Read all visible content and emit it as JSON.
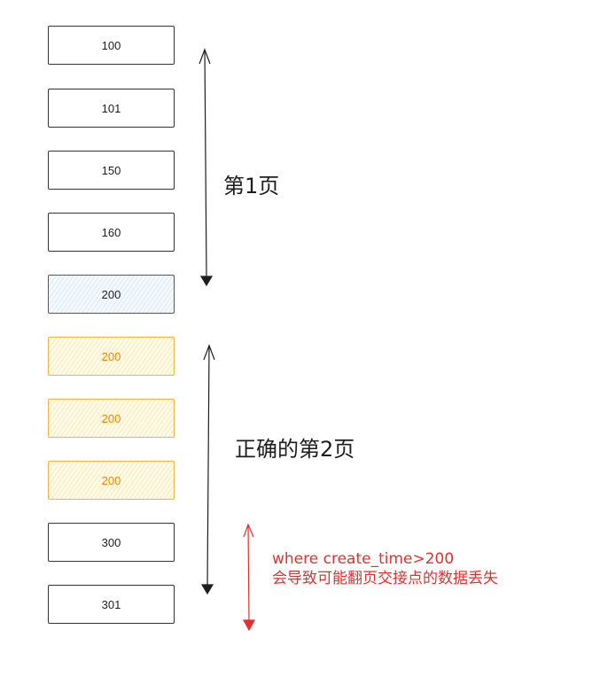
{
  "records": [
    {
      "value": "100",
      "style": "plain"
    },
    {
      "value": "101",
      "style": "plain"
    },
    {
      "value": "150",
      "style": "plain"
    },
    {
      "value": "160",
      "style": "plain"
    },
    {
      "value": "200",
      "style": "blue"
    },
    {
      "value": "200",
      "style": "orange"
    },
    {
      "value": "200",
      "style": "orange"
    },
    {
      "value": "200",
      "style": "orange"
    },
    {
      "value": "300",
      "style": "plain"
    },
    {
      "value": "301",
      "style": "plain"
    }
  ],
  "labels": {
    "page1": "第1页",
    "page2": "正确的第2页"
  },
  "note": {
    "line1": "where create_time>200",
    "line2": "会导致可能翻页交接点的数据丢失"
  },
  "colors": {
    "stroke": "#1e1e1e",
    "warning": "#e03131",
    "highlight_orange": "#e8890c",
    "highlight_blue": "#a5c8ec"
  }
}
